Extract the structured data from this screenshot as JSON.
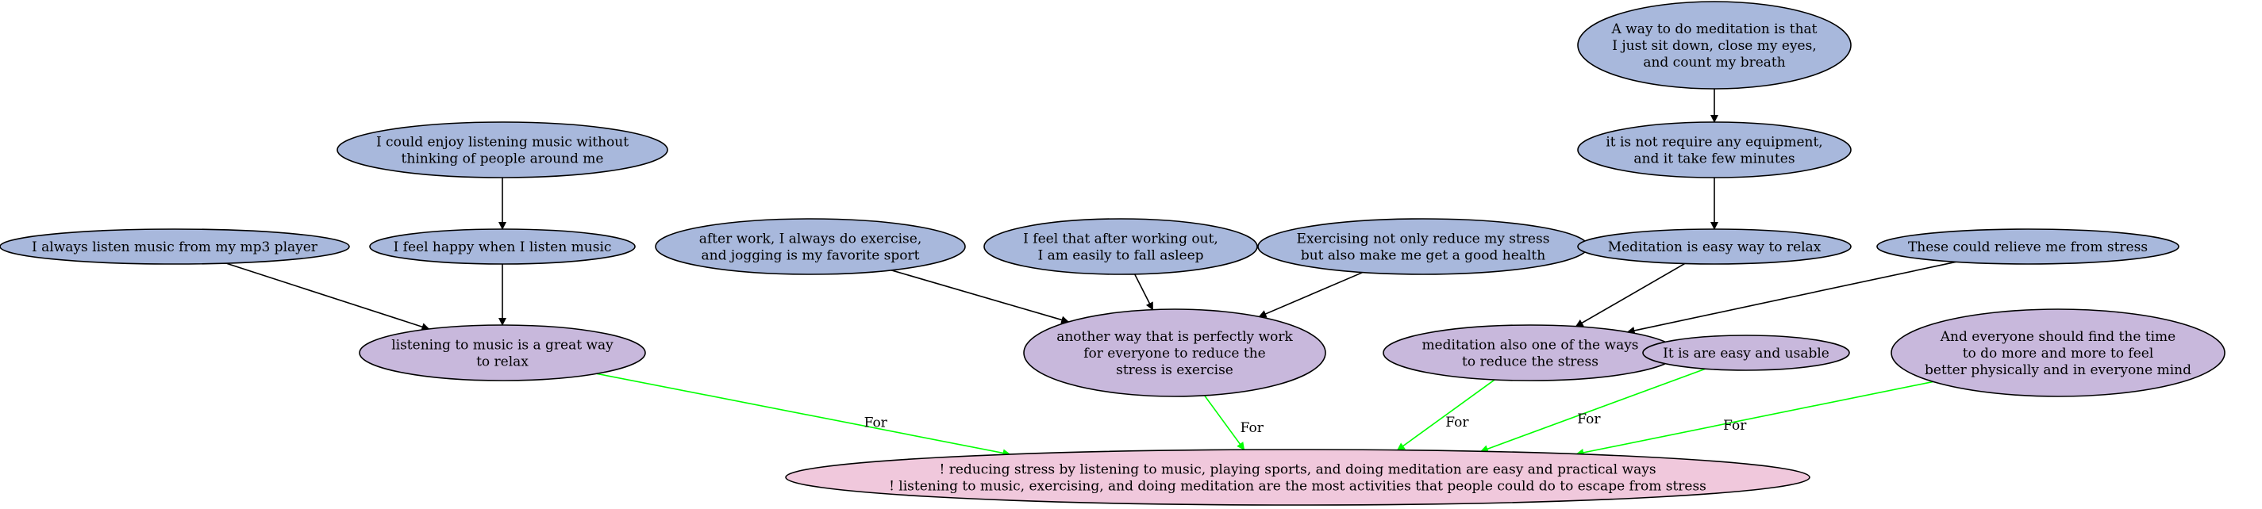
{
  "colors": {
    "premise": "#a8b8dc",
    "claim": "#c8b8dc",
    "conclusion": "#f0c8dc",
    "support_edge": "#000000",
    "for_edge": "#00ff00"
  },
  "nodes": [
    {
      "id": "n_meditation_way",
      "kind": "premise",
      "lines": [
        "A way to do meditation is that",
        "I just sit down, close my eyes,",
        "and count my breath"
      ]
    },
    {
      "id": "n_no_equipment",
      "kind": "premise",
      "lines": [
        "it is not require any equipment,",
        "and it take few minutes"
      ]
    },
    {
      "id": "n_enjoy_music",
      "kind": "premise",
      "lines": [
        "I could enjoy listening music without",
        "thinking of people around me"
      ]
    },
    {
      "id": "n_mp3",
      "kind": "premise",
      "lines": [
        "I always listen music from my mp3 player"
      ]
    },
    {
      "id": "n_happy",
      "kind": "premise",
      "lines": [
        "I feel happy when I listen music"
      ]
    },
    {
      "id": "n_after_work",
      "kind": "premise",
      "lines": [
        "after work, I always do exercise,",
        "and jogging is my favorite sport"
      ]
    },
    {
      "id": "n_fall_asleep",
      "kind": "premise",
      "lines": [
        "I feel that after working out,",
        "I am easily to fall asleep"
      ]
    },
    {
      "id": "n_good_health",
      "kind": "premise",
      "lines": [
        "Exercising not only reduce my stress",
        "but also make me get a good health"
      ]
    },
    {
      "id": "n_meditation_easy",
      "kind": "premise",
      "lines": [
        "Meditation is easy way to relax"
      ]
    },
    {
      "id": "n_relieve",
      "kind": "premise",
      "lines": [
        "These could relieve me from stress"
      ]
    },
    {
      "id": "n_music_relax",
      "kind": "claim",
      "lines": [
        "listening to music is a great way",
        "to relax"
      ]
    },
    {
      "id": "n_exercise",
      "kind": "claim",
      "lines": [
        "another way that is perfectly work",
        "for everyone to reduce the",
        "stress is exercise"
      ]
    },
    {
      "id": "n_meditation_reduce",
      "kind": "claim",
      "lines": [
        "meditation also one of the ways",
        "to reduce the stress"
      ]
    },
    {
      "id": "n_easy_usable",
      "kind": "claim",
      "lines": [
        "It is are easy and usable"
      ]
    },
    {
      "id": "n_everyone",
      "kind": "claim",
      "lines": [
        "And everyone should find the time",
        "to do more and more to feel",
        "better physically and in everyone mind"
      ]
    },
    {
      "id": "n_conclusion",
      "kind": "conclusion",
      "lines": [
        "! reducing stress by listening to music, playing sports, and doing meditation are easy and practical ways",
        "! listening to music, exercising, and doing meditation are the most activities that people could do to escape from stress"
      ]
    }
  ],
  "edges": [
    {
      "from": "n_meditation_way",
      "to": "n_no_equipment",
      "kind": "support",
      "label": ""
    },
    {
      "from": "n_no_equipment",
      "to": "n_meditation_easy",
      "kind": "support",
      "label": ""
    },
    {
      "from": "n_enjoy_music",
      "to": "n_happy",
      "kind": "support",
      "label": ""
    },
    {
      "from": "n_mp3",
      "to": "n_music_relax",
      "kind": "support",
      "label": ""
    },
    {
      "from": "n_happy",
      "to": "n_music_relax",
      "kind": "support",
      "label": ""
    },
    {
      "from": "n_after_work",
      "to": "n_exercise",
      "kind": "support",
      "label": ""
    },
    {
      "from": "n_fall_asleep",
      "to": "n_exercise",
      "kind": "support",
      "label": ""
    },
    {
      "from": "n_good_health",
      "to": "n_exercise",
      "kind": "support",
      "label": ""
    },
    {
      "from": "n_meditation_easy",
      "to": "n_meditation_reduce",
      "kind": "support",
      "label": ""
    },
    {
      "from": "n_relieve",
      "to": "n_meditation_reduce",
      "kind": "support",
      "label": ""
    },
    {
      "from": "n_music_relax",
      "to": "n_conclusion",
      "kind": "for",
      "label": "For"
    },
    {
      "from": "n_exercise",
      "to": "n_conclusion",
      "kind": "for",
      "label": "For"
    },
    {
      "from": "n_meditation_reduce",
      "to": "n_conclusion",
      "kind": "for",
      "label": "For"
    },
    {
      "from": "n_easy_usable",
      "to": "n_conclusion",
      "kind": "for",
      "label": "For"
    },
    {
      "from": "n_everyone",
      "to": "n_conclusion",
      "kind": "for",
      "label": "For"
    }
  ]
}
